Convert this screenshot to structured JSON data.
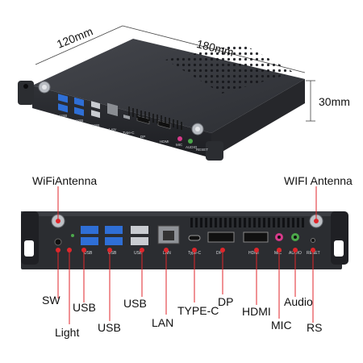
{
  "dimensions": {
    "depth": "120mm",
    "width": "180mm",
    "height": "30mm"
  },
  "top_port_labels": [
    "USB",
    "USB",
    "USB",
    "LAN",
    "Type-C",
    "DP",
    "HDMI",
    "MIC",
    "AUDIO",
    "RESET"
  ],
  "callouts": {
    "wifi_left": "WiFiAntenna",
    "wifi_right": "WIFI Antenna",
    "sw": "SW",
    "light": "Light",
    "usb1": "USB",
    "usb2": "USB",
    "usb3": "USB",
    "lan": "LAN",
    "typec": "TYPE-C",
    "dp": "DP",
    "hdmi": "HDMI",
    "mic": "MIC",
    "audio": "Audio",
    "rs": "RS"
  },
  "panel_port_labels": [
    "USB",
    "USB",
    "USB",
    "LAN",
    "Type-C",
    "DP",
    "HDMI",
    "MIC",
    "AUDIO",
    "RESET"
  ],
  "colors": {
    "chassis": "#2b2d31",
    "chassis_top": "#3a3c41",
    "usb_blue": "#2f6fd6",
    "usb_gray": "#c9ccd1",
    "callout_red": "#e0262b",
    "mic_pink": "#d63a8a",
    "audio_green": "#4ca84a"
  }
}
